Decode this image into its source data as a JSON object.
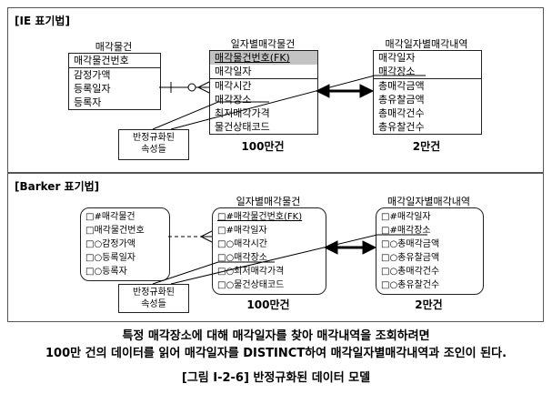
{
  "ie": {
    "label": "[IE 표기법]",
    "e1": {
      "title": "매각물건",
      "rows": [
        "매각물건번호",
        "감정가액",
        "등록일자",
        "등록자"
      ]
    },
    "e2": {
      "title": "일자별매각물건",
      "rows": [
        "매각물건번호(FK)",
        "매각일자",
        "매각시간",
        "매각장소",
        "최저매각가격",
        "물건상태코드"
      ],
      "count": "100만건"
    },
    "e3": {
      "title": "매각일자별매각내역",
      "rows": [
        "매각일자",
        "매각장소",
        "총매각금액",
        "총유찰금액",
        "총매각건수",
        "총유찰건수"
      ],
      "count": "2만건"
    },
    "callout1": "반정규화된",
    "callout2": "속성들"
  },
  "barker": {
    "label": "[Barker 표기법]",
    "e1": {
      "rows": [
        "□#매각물건",
        "□매각물건번호",
        "□○감정가액",
        "□○등록일자",
        "□○등록자"
      ]
    },
    "e2": {
      "title": "일자별매각물건",
      "rows": [
        "□#매각물건번호(FK)",
        "□#매각일자",
        "□○매각시간",
        "□○매각장소",
        "□○최저매각가격",
        "□○물건상태코드"
      ],
      "count": "100만건"
    },
    "e3": {
      "title": "매각일자별매각내역",
      "rows": [
        "□#매각일자",
        "□#매각장소",
        "□○총매각금액",
        "□○총유찰금액",
        "□○총매각건수",
        "□○총유찰건수"
      ],
      "count": "2만건"
    },
    "callout1": "반정규화된",
    "callout2": "속성들"
  },
  "footer": {
    "line1": "특정 매각장소에 대해 매각일자를 찾아 매각내역을 조회하려면",
    "line2": "100만 건의 데이터를 읽어 매각일자를 DISTINCT하여 매각일자별매각내역과 조인이 된다.",
    "caption": "[그림 Ⅰ-2-6] 반정규화된 데이터 모델"
  }
}
